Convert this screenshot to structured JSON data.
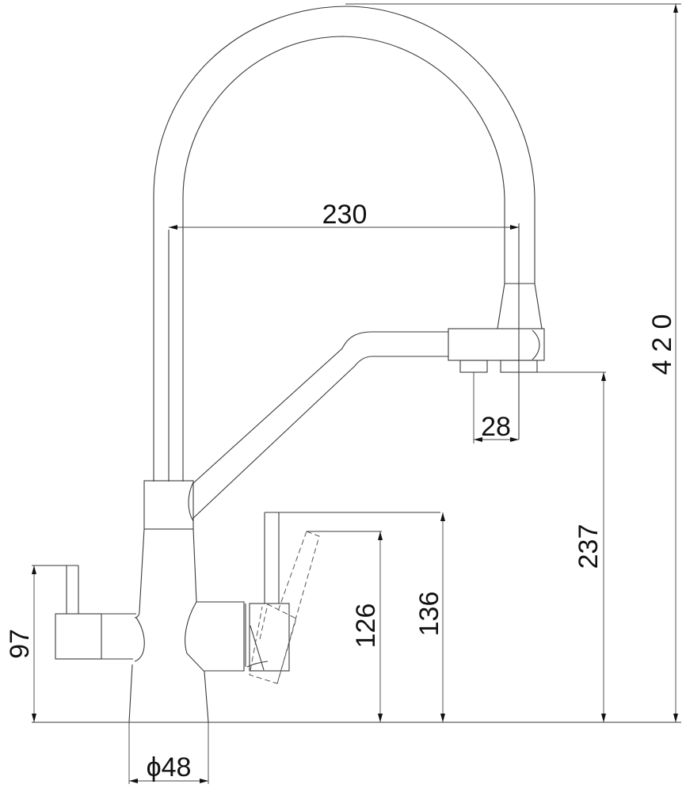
{
  "drawing": {
    "title": "Kitchen faucet with filtered water spout - side elevation",
    "units": "mm",
    "line_color": "#3a3a3a",
    "background": "#ffffff"
  },
  "dimensions": {
    "total_height": {
      "label": "420",
      "value": 420,
      "orientation": "vertical"
    },
    "spout_reach": {
      "label": "230",
      "value": 230,
      "orientation": "horizontal"
    },
    "outlet_height": {
      "label": "237",
      "value": 237,
      "orientation": "vertical"
    },
    "outlet_spacing": {
      "label": "28",
      "value": 28,
      "orientation": "horizontal"
    },
    "lever_height_low": {
      "label": "126",
      "value": 126,
      "orientation": "vertical"
    },
    "lever_height_high": {
      "label": "136",
      "value": 136,
      "orientation": "vertical"
    },
    "side_handle_height": {
      "label": "97",
      "value": 97,
      "orientation": "vertical"
    },
    "base_diameter": {
      "label": "ϕ48",
      "value": 48,
      "orientation": "horizontal"
    }
  },
  "parts": [
    "gooseneck-spout",
    "pull-down-head",
    "filter-water-spout",
    "faucet-body",
    "main-lever-handle",
    "lever-alt-position",
    "side-filter-handle",
    "deck-base"
  ]
}
